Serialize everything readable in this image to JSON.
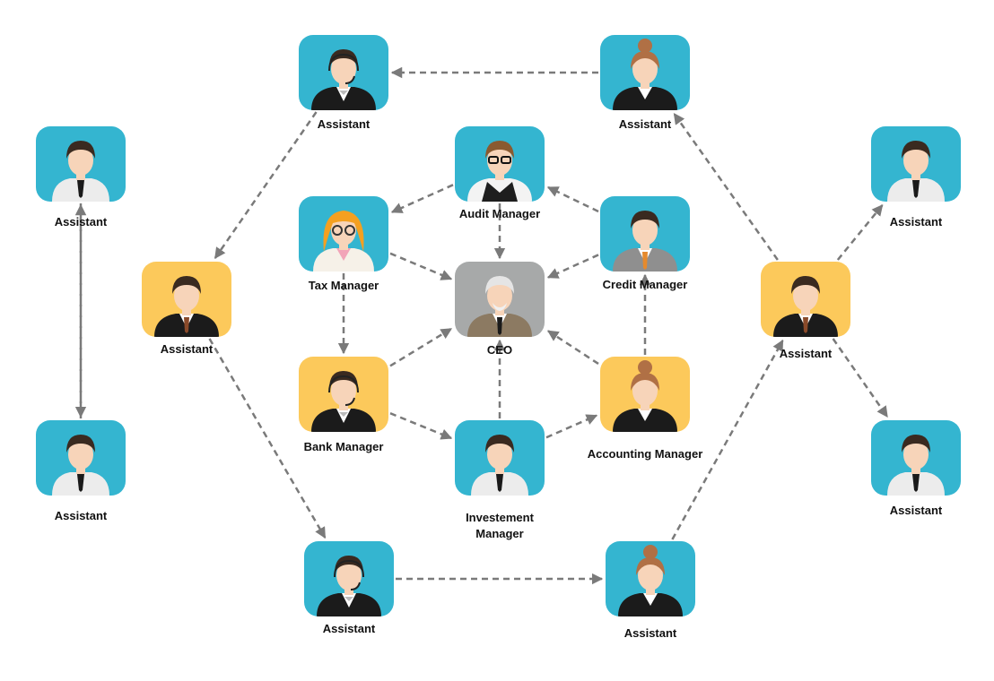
{
  "colors": {
    "tile_blue": "#34b5d0",
    "tile_yellow": "#fcc95b",
    "tile_gray": "#a7a9a9",
    "arrow": "#7a7a7a"
  },
  "nodes": [
    {
      "id": "ceo",
      "label": "CEO",
      "tile": "gray",
      "figure": "ceo-icon"
    },
    {
      "id": "audit",
      "label": "Audit Manager",
      "tile": "blue",
      "figure": "man-vest-glasses-icon"
    },
    {
      "id": "tax",
      "label": "Tax Manager",
      "tile": "blue",
      "figure": "woman-glasses-icon"
    },
    {
      "id": "credit",
      "label": "Credit Manager",
      "tile": "blue",
      "figure": "man-suit-icon"
    },
    {
      "id": "bank",
      "label": "Bank Manager",
      "tile": "yellow",
      "figure": "man-headset-icon"
    },
    {
      "id": "accounting",
      "label": "Accounting Manager",
      "tile": "yellow",
      "figure": "woman-bun-icon"
    },
    {
      "id": "investment",
      "label": "Investement\nManager",
      "tile": "blue",
      "figure": "man-shirt-icon"
    },
    {
      "id": "a_top_left",
      "label": "Assistant",
      "tile": "blue",
      "figure": "man-headset-icon"
    },
    {
      "id": "a_top_right",
      "label": "Assistant",
      "tile": "blue",
      "figure": "woman-bun-icon"
    },
    {
      "id": "a_left_mid",
      "label": "Assistant",
      "tile": "yellow",
      "figure": "man-suit-dark-icon"
    },
    {
      "id": "a_right_mid",
      "label": "Assistant",
      "tile": "yellow",
      "figure": "man-suit-dark-icon"
    },
    {
      "id": "a_far_left_top",
      "label": "Assistant",
      "tile": "blue",
      "figure": "man-shirt-icon"
    },
    {
      "id": "a_far_left_bottom",
      "label": "Assistant",
      "tile": "blue",
      "figure": "man-shirt-icon"
    },
    {
      "id": "a_far_right_top",
      "label": "Assistant",
      "tile": "blue",
      "figure": "man-shirt-icon"
    },
    {
      "id": "a_far_right_bottom",
      "label": "Assistant",
      "tile": "blue",
      "figure": "man-shirt-icon"
    },
    {
      "id": "a_bottom_left",
      "label": "Assistant",
      "tile": "blue",
      "figure": "man-headset-icon"
    },
    {
      "id": "a_bottom_right",
      "label": "Assistant",
      "tile": "blue",
      "figure": "woman-bun-icon"
    }
  ],
  "edges": [
    {
      "from": "audit",
      "to": "ceo"
    },
    {
      "from": "audit",
      "to": "tax"
    },
    {
      "from": "credit",
      "to": "audit"
    },
    {
      "from": "credit",
      "to": "ceo"
    },
    {
      "from": "tax",
      "to": "ceo"
    },
    {
      "from": "tax",
      "to": "bank"
    },
    {
      "from": "bank",
      "to": "ceo"
    },
    {
      "from": "bank",
      "to": "investment"
    },
    {
      "from": "investment",
      "to": "ceo"
    },
    {
      "from": "investment",
      "to": "accounting"
    },
    {
      "from": "accounting",
      "to": "ceo"
    },
    {
      "from": "accounting",
      "to": "credit"
    },
    {
      "from": "a_top_right",
      "to": "a_top_left"
    },
    {
      "from": "a_top_left",
      "to": "a_left_mid"
    },
    {
      "from": "a_left_mid",
      "to": "a_bottom_left"
    },
    {
      "from": "a_bottom_left",
      "to": "a_bottom_right"
    },
    {
      "from": "a_bottom_right",
      "to": "a_right_mid"
    },
    {
      "from": "a_right_mid",
      "to": "a_top_right"
    },
    {
      "from": "a_far_left_bottom",
      "to": "a_far_left_top"
    },
    {
      "from": "a_far_left_top",
      "to": "a_far_left_bottom"
    },
    {
      "from": "a_right_mid",
      "to": "a_far_right_top"
    },
    {
      "from": "a_right_mid",
      "to": "a_far_right_bottom"
    }
  ]
}
